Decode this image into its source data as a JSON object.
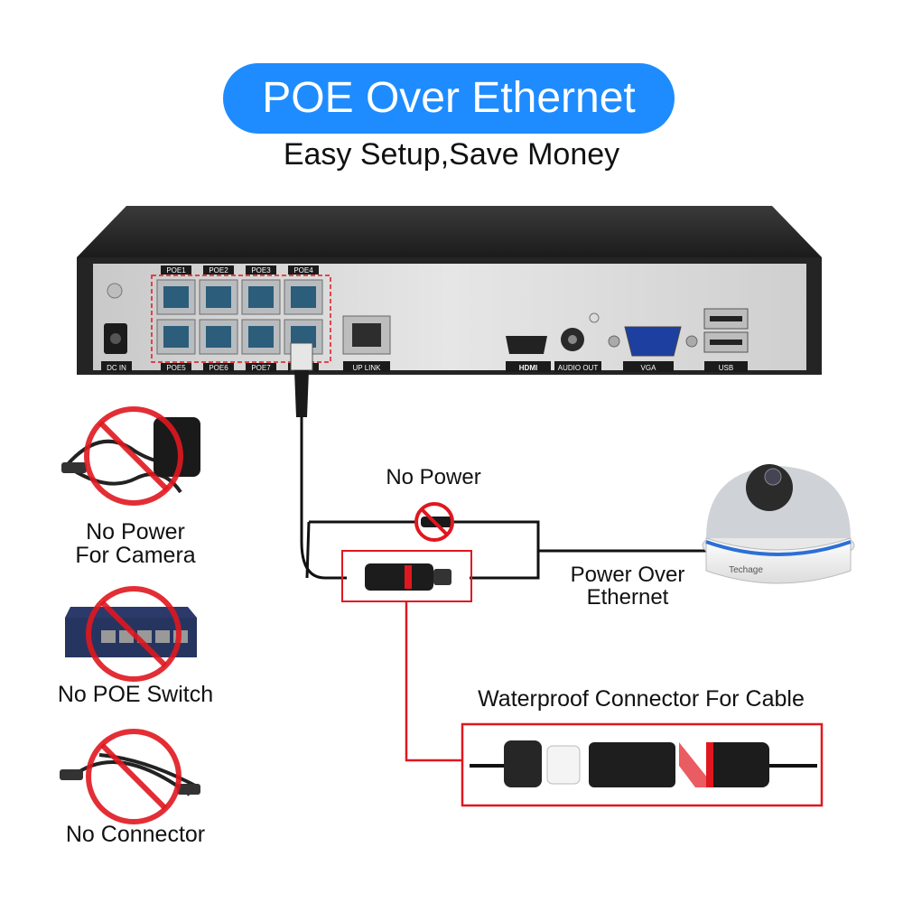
{
  "header": {
    "title": "POE Over Ethernet",
    "subtitle": "Easy Setup,Save Money"
  },
  "nvr": {
    "poe_top": [
      "POE1",
      "POE2",
      "POE3",
      "POE4"
    ],
    "poe_bottom": [
      "POE5",
      "POE6",
      "POE7",
      "POE8"
    ],
    "dc_in": "DC IN",
    "uplink": "UP LINK",
    "hdmi": "HDMI",
    "audio_out": "AUDIO OUT",
    "vga": "VGA",
    "usb": "USB"
  },
  "labels": {
    "no_power": "No Power",
    "power_over_ethernet": [
      "Power Over",
      "Ethernet"
    ],
    "waterproof": "Waterproof Connector For Cable",
    "camera_brand": "Techage"
  },
  "left_panel": {
    "no_power_camera": [
      "No Power",
      "For Camera"
    ],
    "no_poe_switch": "No POE Switch",
    "no_connector": "No Connector"
  },
  "colors": {
    "banner": "#1e8cff",
    "highlight": "#e0171f",
    "nvr_body": "#2a2a2a",
    "nvr_panel": "#d9d9d9"
  }
}
